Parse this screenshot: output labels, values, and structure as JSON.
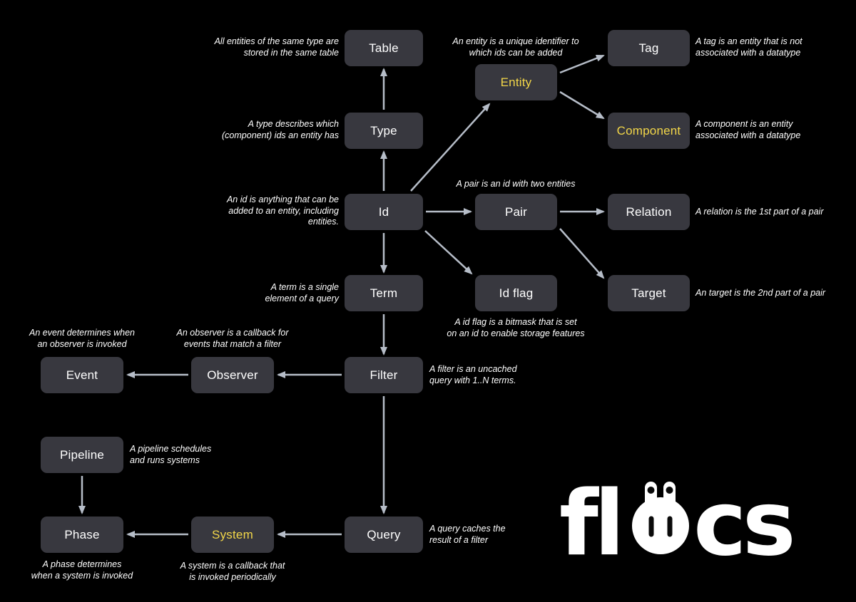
{
  "colors": {
    "background": "#000000",
    "node_bg": "#38383f",
    "node_text": "#ffffff",
    "accent_yellow": "#f2d649",
    "arrow": "#b6bdc8",
    "annotation_text": "#ffffff",
    "logo_text": "#ffffff"
  },
  "nodes": {
    "table": {
      "label": "Table"
    },
    "type": {
      "label": "Type"
    },
    "id": {
      "label": "Id"
    },
    "term": {
      "label": "Term"
    },
    "filter": {
      "label": "Filter"
    },
    "query": {
      "label": "Query"
    },
    "entity": {
      "label": "Entity"
    },
    "pair": {
      "label": "Pair"
    },
    "id_flag": {
      "label": "Id flag"
    },
    "tag": {
      "label": "Tag"
    },
    "component": {
      "label": "Component"
    },
    "relation": {
      "label": "Relation"
    },
    "target": {
      "label": "Target"
    },
    "observer": {
      "label": "Observer"
    },
    "event": {
      "label": "Event"
    },
    "pipeline": {
      "label": "Pipeline"
    },
    "phase": {
      "label": "Phase"
    },
    "system": {
      "label": "System"
    }
  },
  "annotations": {
    "table": "All entities of the same type are\nstored in the same table",
    "entity": "An entity is a unique identifier to\nwhich ids can be added",
    "tag": "A tag is an entity that is not\nassociated with a datatype",
    "component": "A component is an entity\nassociated with a datatype",
    "type": "A type describes which\n(component) ids an entity has",
    "id": "An id is anything that can be\nadded to an entity, including\nentities.",
    "pair": "A pair is an id with two entities",
    "relation": "A relation is the 1st part of a pair",
    "term": "A term is a single\nelement of a query",
    "id_flag": "A id flag is a bitmask that is set\non an id to enable storage features",
    "target": "An target is the 2nd part of a pair",
    "filter": "A filter is an uncached\nquery with 1..N terms.",
    "observer": "An observer is a callback for\nevents that match a filter",
    "event": "An event determines when\nan observer is invoked",
    "pipeline": "A pipeline schedules\nand runs systems",
    "phase": "A phase determines\nwhen a system is invoked",
    "system": "A system is a callback that\nis invoked periodically",
    "query": "A query caches the\nresult of a filter"
  },
  "edges": [
    {
      "from": "Type",
      "to": "Table"
    },
    {
      "from": "Id",
      "to": "Type"
    },
    {
      "from": "Id",
      "to": "Entity"
    },
    {
      "from": "Entity",
      "to": "Tag"
    },
    {
      "from": "Entity",
      "to": "Component"
    },
    {
      "from": "Id",
      "to": "Pair"
    },
    {
      "from": "Pair",
      "to": "Relation"
    },
    {
      "from": "Pair",
      "to": "Target"
    },
    {
      "from": "Id",
      "to": "Id flag"
    },
    {
      "from": "Id",
      "to": "Term"
    },
    {
      "from": "Term",
      "to": "Filter"
    },
    {
      "from": "Filter",
      "to": "Observer"
    },
    {
      "from": "Observer",
      "to": "Event"
    },
    {
      "from": "Filter",
      "to": "Query"
    },
    {
      "from": "Query",
      "to": "System"
    },
    {
      "from": "System",
      "to": "Phase"
    },
    {
      "from": "Pipeline",
      "to": "Phase"
    }
  ],
  "logo": {
    "word": "flecs",
    "prefix": "fl",
    "suffix": "cs"
  }
}
